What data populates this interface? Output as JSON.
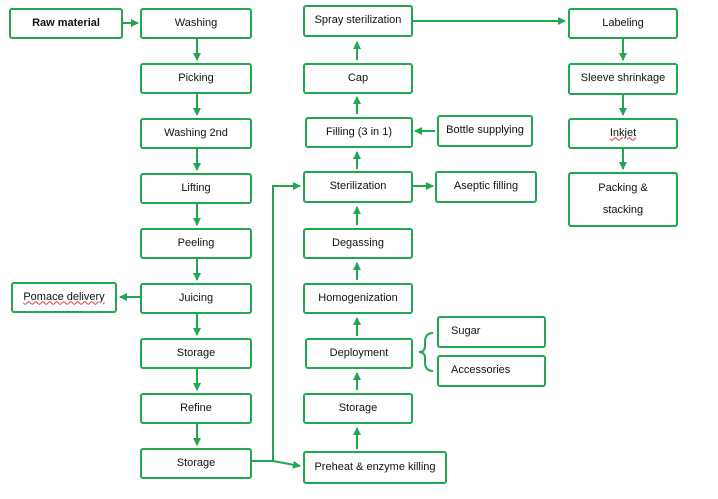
{
  "steps": {
    "raw_material": "Raw material",
    "washing": "Washing",
    "picking": "Picking",
    "washing_2nd": "Washing 2nd",
    "lifting": "Lifting",
    "peeling": "Peeling",
    "juicing": "Juicing",
    "pomace_delivery": "Pomace delivery",
    "storage_1": "Storage",
    "refine": "Refine",
    "storage_2": "Storage",
    "preheat": "Preheat & enzyme killing",
    "storage_3": "Storage",
    "deployment": "Deployment",
    "sugar": "Sugar",
    "accessories": "Accessories",
    "homogenization": "Homogenization",
    "degassing": "Degassing",
    "sterilization": "Sterilization",
    "aseptic_filling": "Aseptic filling",
    "filling": "Filling (3 in 1)",
    "bottle_supplying": "Bottle supplying",
    "cap": "Cap",
    "spray_sterilization": "Spray sterilization",
    "labeling": "Labeling",
    "sleeve_shrinkage": "Sleeve shrinkage",
    "inkjet": "Inkjet",
    "packing_line1": "Packing &",
    "packing_line2": "stacking"
  },
  "colors": {
    "line": "#1fa84f",
    "text": "#111111"
  }
}
